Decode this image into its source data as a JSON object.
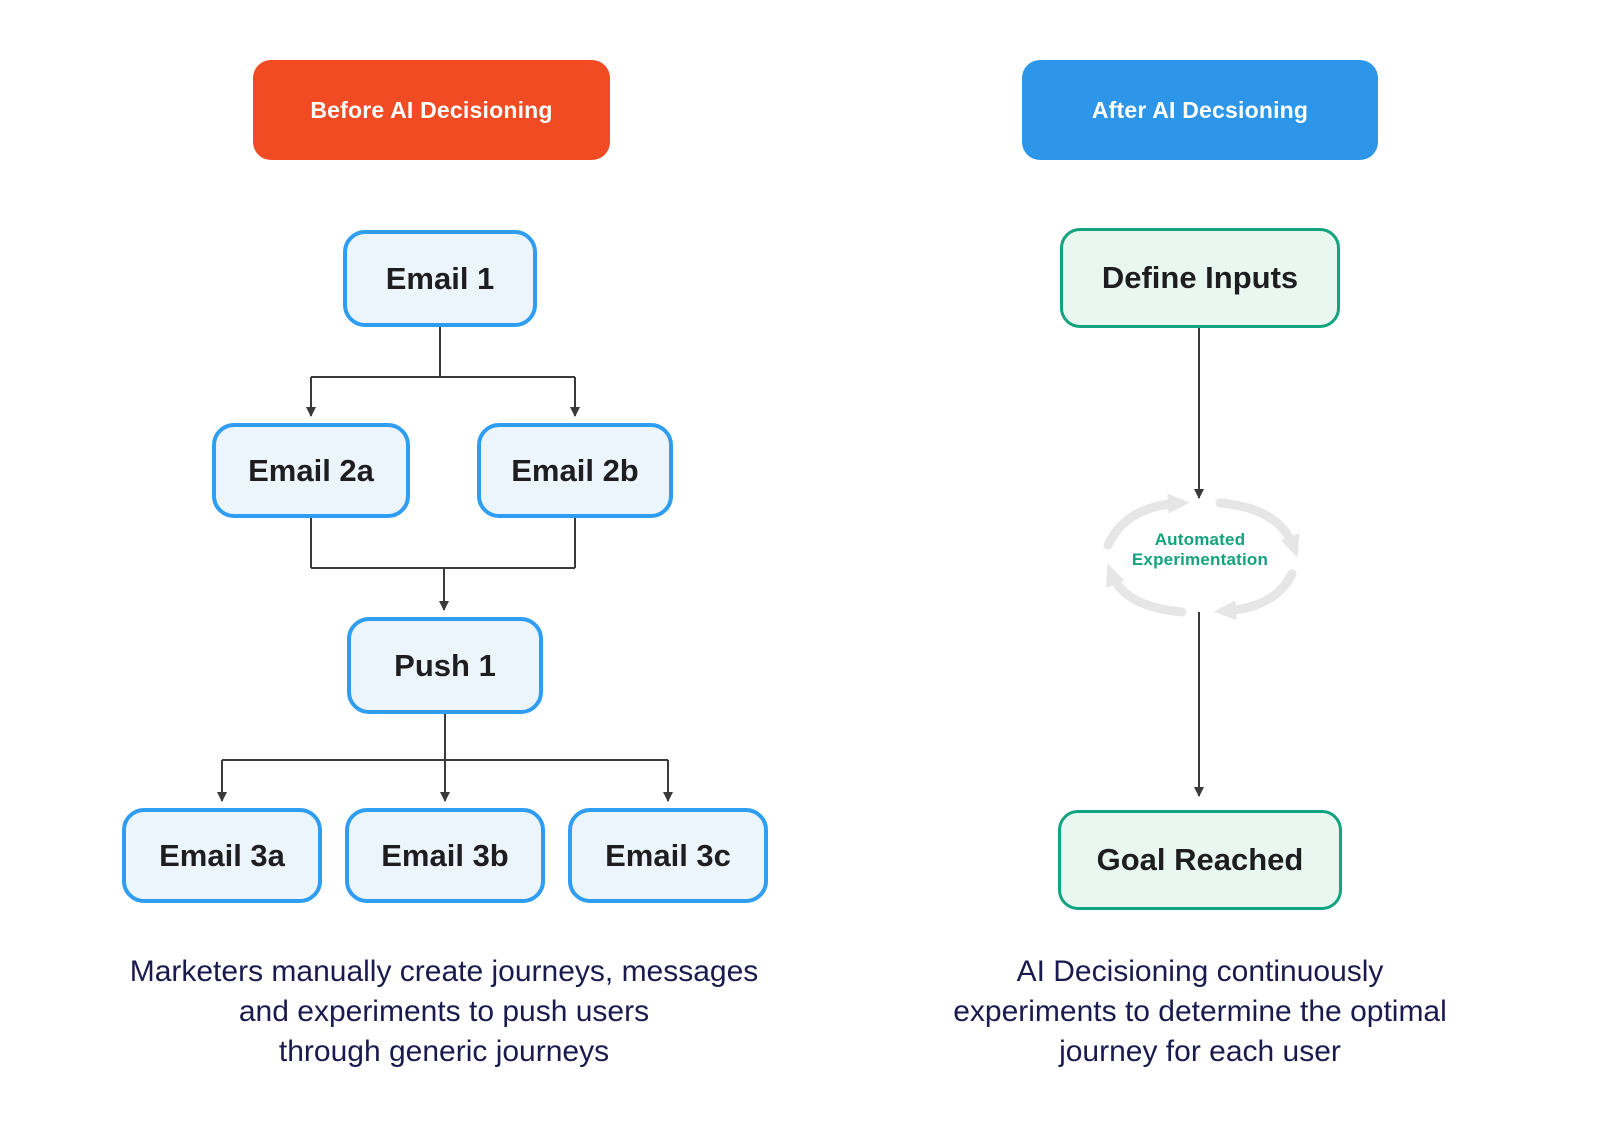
{
  "colors": {
    "before_header_bg": "#F04B23",
    "after_header_bg": "#2E96E8",
    "header_text": "#FFFFFF",
    "flow_box_border": "#2F9DF2",
    "flow_box_bg": "#EDF5FC",
    "green_box_border": "#12A37F",
    "green_box_bg": "#E9F7F1",
    "green_text": "#13A37E",
    "node_text": "#1E1E21",
    "caption_text": "#1A1A4E",
    "connector": "#3A3A3A",
    "cycle_arrow": "#E6E6E6",
    "page_bg": "#FFFFFF"
  },
  "before": {
    "header": "Before AI Decisioning",
    "nodes": {
      "email1": "Email 1",
      "email2a": "Email 2a",
      "email2b": "Email 2b",
      "push1": "Push 1",
      "email3a": "Email 3a",
      "email3b": "Email 3b",
      "email3c": "Email 3c"
    },
    "caption_lines": [
      "Marketers manually create journeys, messages",
      "and experiments to push users",
      "through generic journeys"
    ]
  },
  "after": {
    "header": "After AI Decsioning",
    "nodes": {
      "define_inputs": "Define Inputs",
      "goal_reached": "Goal Reached"
    },
    "cycle_label_lines": [
      "Automated",
      "Experimentation"
    ],
    "caption_lines": [
      "AI Decisioning continuously",
      "experiments to determine the optimal",
      "journey for each user"
    ]
  }
}
